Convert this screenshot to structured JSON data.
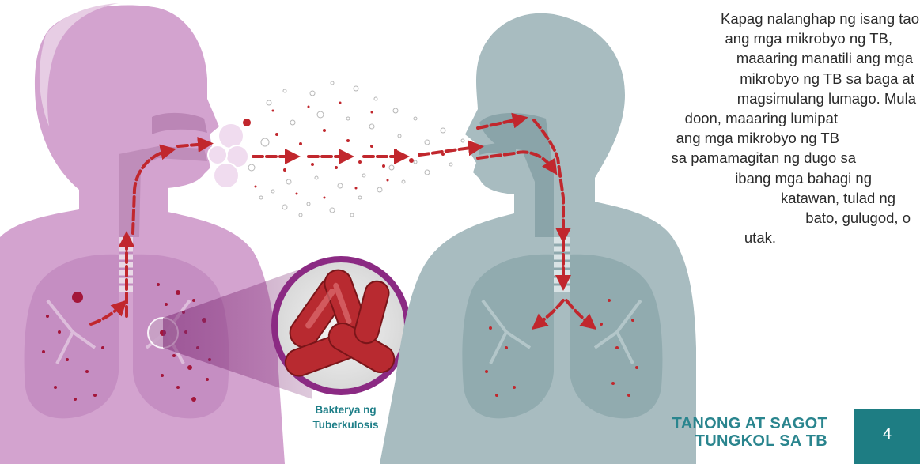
{
  "description_lines": [
    "Kapag nalanghap ng isang tao",
    "ang mga mikrobyo ng TB,",
    "maaaring manatili ang mga",
    "mikrobyo ng TB sa baga at",
    "magsimulang lumago. Mula",
    "doon, maaaring lumipat",
    "ang mga mikrobyo ng TB",
    "sa pamamagitan ng dugo sa",
    "ibang mga bahagi ng",
    "katawan, tulad ng",
    "bato, gulugod, o",
    "utak."
  ],
  "bacteria_label": {
    "line1": "Bakterya ng",
    "line2": "Tuberkulosis"
  },
  "footer": {
    "title_line1": "TANONG AT SAGOT",
    "title_line2": "TUNGKOL SA TB",
    "page_number": "4"
  },
  "colors": {
    "left_figure": "#d3a3cf",
    "right_figure": "#a8bcc0",
    "arrow_red": "#c1272d",
    "accent_teal": "#1e7d83"
  }
}
